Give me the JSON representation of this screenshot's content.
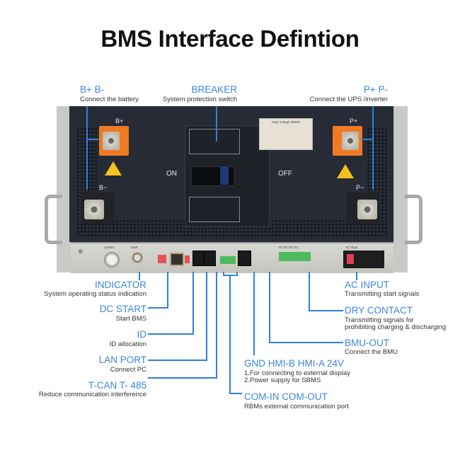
{
  "title": "BMS Interface Defintion",
  "colors": {
    "accent": "#3a86e0",
    "panel": "#262b36",
    "terminal_positive": "#f07a22",
    "terminal_negative": "#222326"
  },
  "top_labels": [
    {
      "id": "battery",
      "heading": "B+ B-",
      "desc": "Connect the battery"
    },
    {
      "id": "breaker",
      "heading": "BREAKER",
      "desc": "System protection switch"
    },
    {
      "id": "ups",
      "heading": "P+ P-",
      "desc": "Connect the UPS /inverter"
    }
  ],
  "device": {
    "terminals": {
      "b_plus": "B+",
      "b_minus": "B−",
      "p_plus": "P+",
      "p_minus": "P−"
    },
    "breaker": {
      "on": "ON",
      "off": "OFF"
    },
    "nameplate": {
      "title": "High Voltage RBMS"
    },
    "front_labels": {
      "system": "System",
      "start": "Start",
      "dry": "D1 D1 D2 D2",
      "ac": "AC Input"
    },
    "icons": [
      "ground-icon",
      "high-voltage-warning-icon"
    ]
  },
  "left_labels": [
    {
      "id": "indicator",
      "heading": "INDICATOR",
      "desc": "System operating status indication"
    },
    {
      "id": "dc-start",
      "heading": "DC START",
      "desc": "Start BMS"
    },
    {
      "id": "id",
      "heading": "ID",
      "desc": "ID allocation"
    },
    {
      "id": "lan-port",
      "heading": "LAN PORT",
      "desc": "Connect PC"
    },
    {
      "id": "t-can",
      "heading": "T-CAN T- 485",
      "desc": "Reduce communication interference"
    }
  ],
  "right_labels": [
    {
      "id": "ac-input",
      "heading": "AC INPUT",
      "desc": "Transmitting start signals"
    },
    {
      "id": "dry-contact",
      "heading": "DRY CONTACT",
      "desc": "Transmitting signals for",
      "desc2": "prohibiting charging & discharging"
    },
    {
      "id": "bmu-out",
      "heading": "BMU-OUT",
      "desc": "Connect the BMU"
    },
    {
      "id": "hmi",
      "heading": "GND HMI-B HMI-A 24V",
      "desc": "1.For connecting to external display",
      "desc2": "2.Power supply for SBMS"
    },
    {
      "id": "com",
      "heading": "COM-IN COM-OUT",
      "desc": "RBMs external communication port"
    }
  ]
}
